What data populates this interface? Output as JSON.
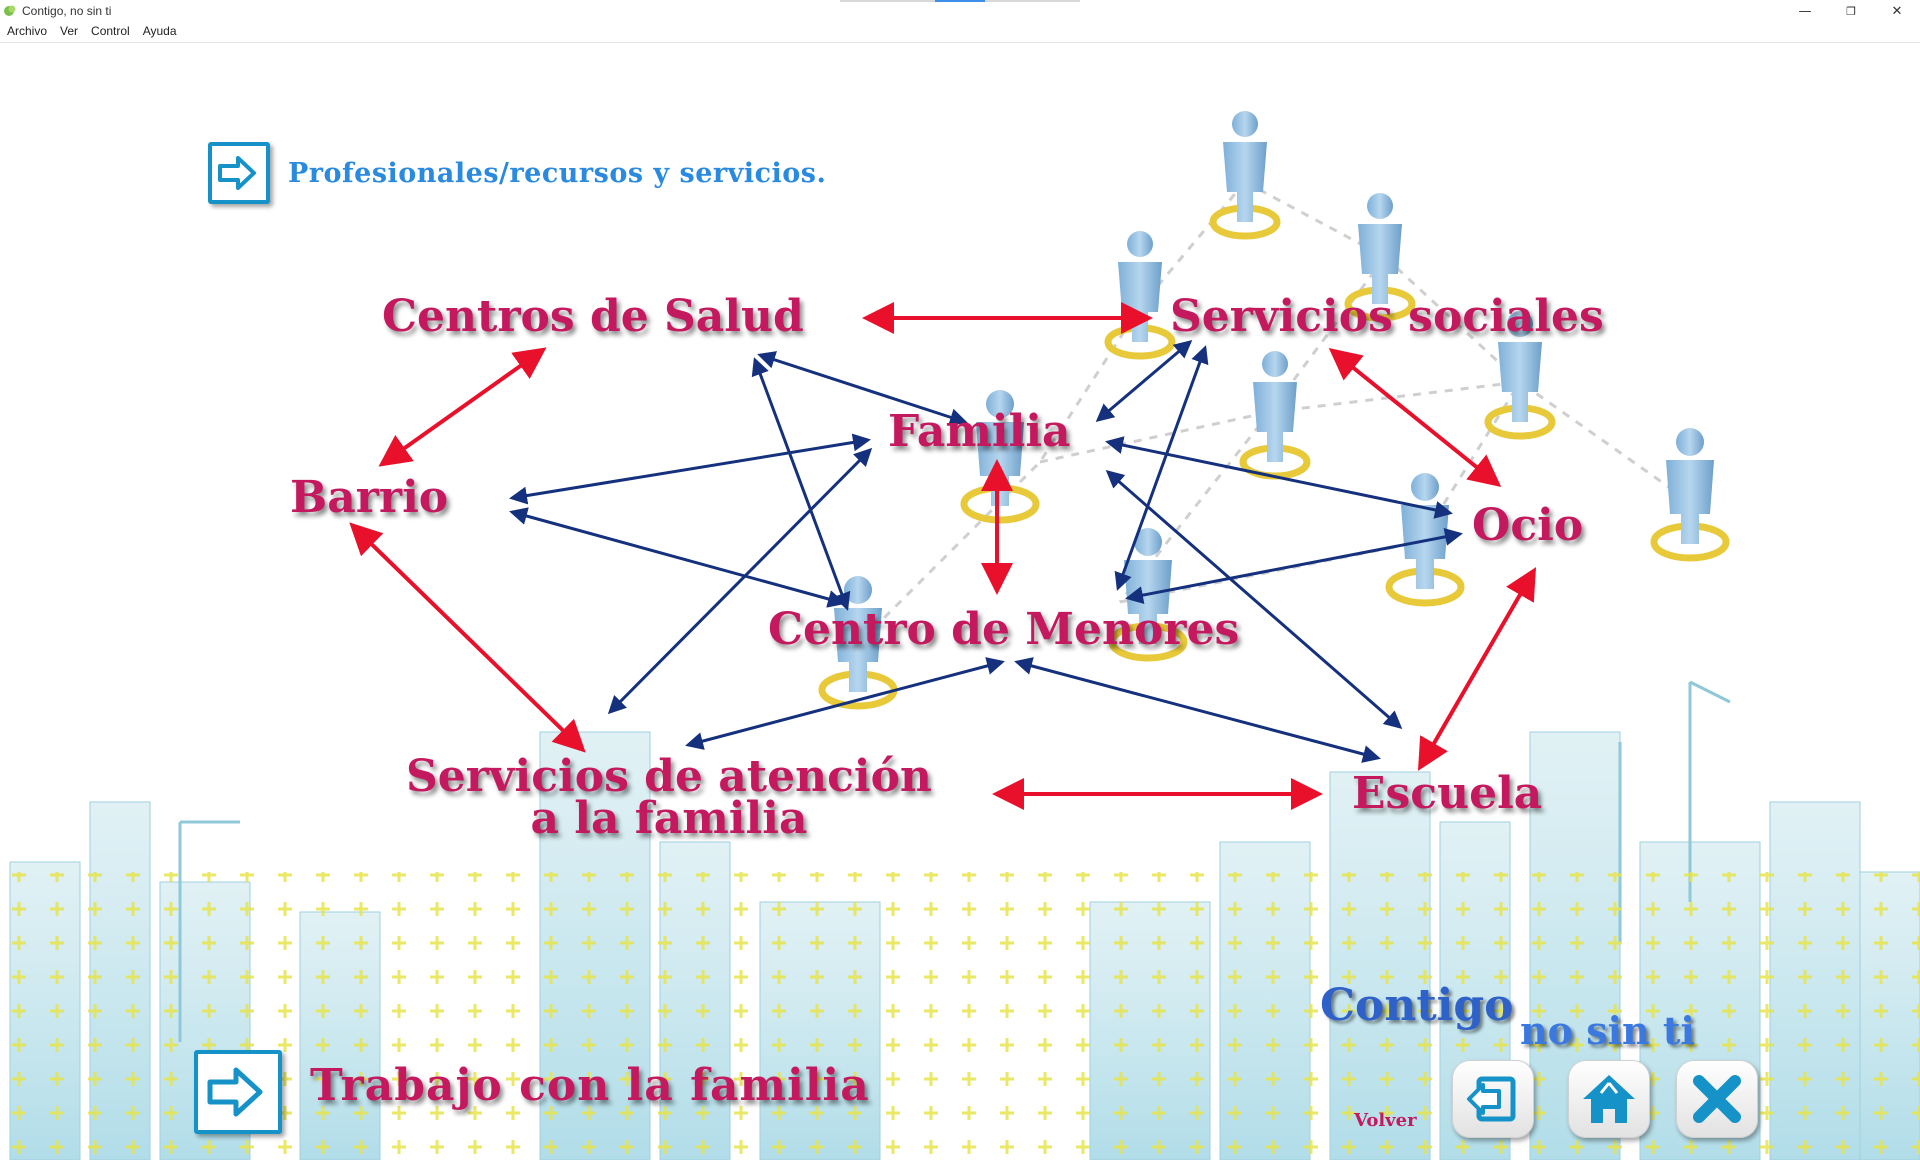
{
  "window": {
    "title": "Contigo, no sin ti",
    "minimize_glyph": "—",
    "restore_glyph": "❐",
    "close_glyph": "✕"
  },
  "menu": [
    "Archivo",
    "Ver",
    "Control",
    "Ayuda"
  ],
  "heading": "Profesionales/recursos y servicios.",
  "diagram": {
    "nodes": {
      "centros_salud": "Centros de Salud",
      "servicios_sociales": "Servicios sociales",
      "familia": "Familia",
      "barrio": "Barrio",
      "ocio": "Ocio",
      "centro_menores": "Centro de Menores",
      "servicios_atencion_1": "Servicios de atención",
      "servicios_atencion_2": "a la familia",
      "escuela": "Escuela"
    }
  },
  "nav": {
    "link": "Trabajo con la familia"
  },
  "logo": {
    "line1": "Contigo",
    "line2": "no sin ti"
  },
  "buttons": {
    "volver": "Volver"
  },
  "colors": {
    "label": "#c4195e",
    "heading": "#2a8ae0",
    "red_arrow": "#e8102a",
    "blue_arrow": "#15317e",
    "icon_blue": "#1593c8"
  },
  "icons": [
    "enter-icon",
    "back-icon",
    "home-icon",
    "close-icon",
    "app-icon"
  ]
}
